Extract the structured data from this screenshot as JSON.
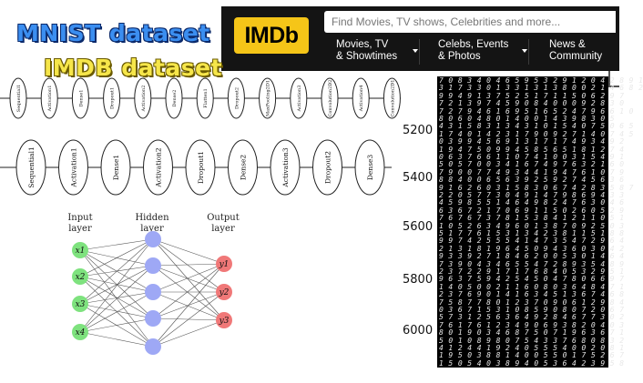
{
  "titles": {
    "mnist": "MNIST dataset",
    "imdb": "IMDB dataset"
  },
  "imdb_header": {
    "logo": "IMDb",
    "search_placeholder": "Find Movies, TV shows, Celebrities and more...",
    "nav": [
      {
        "line1": "Movies, TV",
        "line2": "& Showtimes"
      },
      {
        "line1": "Celebs, Events",
        "line2": "& Photos"
      },
      {
        "line1": "News &",
        "line2": "Community"
      }
    ],
    "right_edge_letter": "("
  },
  "model_graph_small": {
    "nodes": [
      "Sequential1",
      "Activation1",
      "Dense1",
      "Dropout1",
      "Activation2",
      "Dense2",
      "Flatten1",
      "Dropout2",
      "MaxPooling2D1",
      "Activation3",
      "Convolution2D2",
      "Activation4",
      "Convolution2D1"
    ]
  },
  "model_graph_large": {
    "nodes": [
      "Sequential1",
      "Activation1",
      "Dense1",
      "Activation2",
      "Dropout1",
      "Dense2",
      "Activation3",
      "Dropout2",
      "Dense3"
    ]
  },
  "neural_network": {
    "labels": {
      "input": [
        "Input",
        "layer"
      ],
      "hidden": [
        "Hidden",
        "layer"
      ],
      "output": [
        "Output",
        "layer"
      ]
    },
    "input_nodes": [
      "x1",
      "x2",
      "x3",
      "x4"
    ],
    "hidden_count": 5,
    "output_nodes": [
      "y1",
      "y2",
      "y3"
    ],
    "colors": {
      "input": "#7ee27e",
      "hidden": "#9ea8f5",
      "output": "#f07878"
    }
  },
  "mnist_panel": {
    "axis_ticks": [
      "5200",
      "5400",
      "5600",
      "5800",
      "6000"
    ],
    "digit_rows": [
      "7 0 8 3 4 0 4 6 5 9 5 3 2 9 1 2 0 4 2 8 9 1",
      "3 1 7 3 3 0 1 3 3 1 3 1 3 8 0 0 2 1 4 6 8 2",
      "9 9 4 9 1 3 7 5 2 5 1 7 1 1 5 0 6 2 9 7",
      "7 2 1 3 9 7 4 5 9 0 8 4 0 0 0 9 2 8 3 0",
      "7 2 7 9 4 6 1 6 9 5 1 6 5 2 4 7 9 6 6 1 0",
      "8 0 6 0 4 8 0 1 4 0 0 1 4 3 9 8 3 0 5",
      "4 3 1 5 8 3 1 3 4 3 1 0 1 5 4 0 7 5 0 6 5",
      "1 7 4 0 1 4 2 3 1 7 9 0 9 2 7 1 4 0 7 4 5",
      "0 3 9 9 4 5 6 9 1 3 1 7 1 7 4 9 3 4 9 2",
      "1 9 4 7 5 0 9 9 4 5 8 5 6 5 1 8 1 2 7 4",
      "0 6 3 7 6 6 1 1 0 7 4 1 0 0 3 1 5 4 9 1",
      "5 0 5 7 0 0 3 4 1 6 7 4 9 7 6 3 2 1 6 0",
      "7 9 0 0 7 7 4 9 3 4 4 1 9 4 7 6 1 0 7 9",
      "8 8 4 0 0 6 5 6 3 9 2 5 9 2 7 4 5 6 3 6",
      "9 1 6 2 6 0 3 1 5 8 3 0 6 7 4 2 8 3 5 8 7",
      "2 2 0 5 7 7 3 0 4 9 1 4 7 9 8 6 9 4 3 3",
      "4 5 9 8 5 5 1 4 6 4 9 8 2 4 7 6 3 0 4 6",
      "6 3 6 7 2 1 7 0 6 9 1 1 5 0 2 6 0 5 2 9",
      "7 6 7 6 7 3 7 8 1 5 3 8 4 1 2 1 1 0 5 1",
      "1 0 5 2 6 3 4 9 6 0 1 3 8 7 0 9 2 5 0 3",
      "5 1 7 7 6 1 5 3 1 3 4 2 3 8 1 1 5 1 8 8",
      "9 9 7 4 2 5 5 5 4 1 4 7 3 5 4 7 2 9 6 4",
      "2 1 3 1 8 1 9 6 4 5 0 9 4 3 6 0 3 0 4 2",
      "9 3 3 9 2 7 1 8 4 6 2 0 0 5 3 0 1 4 6 4",
      "7 3 9 0 4 3 4 6 5 5 4 7 2 8 9 3 5 4 8 9",
      "2 3 7 2 2 9 1 7 1 7 6 8 4 0 5 3 2 9 5 1",
      "9 6 3 7 5 9 4 2 5 4 5 0 4 7 8 0 6 6 9 7",
      "1 4 0 5 0 0 2 1 1 6 0 8 0 3 6 4 8 4 7 1",
      "2 3 7 6 9 0 1 4 1 6 3 4 5 1 3 6 7 4 6 8",
      "7 5 8 7 7 8 0 1 2 3 7 0 9 0 6 1 2 9 8 4",
      "0 3 6 7 1 5 3 1 0 8 5 9 0 8 0 7 2 0 6 7",
      "5 7 3 1 2 5 6 3 6 4 9 2 8 4 6 7 7 3 0 2",
      "7 6 1 7 6 1 2 3 4 9 0 6 9 3 8 2 0 4 0 3",
      "8 0 1 9 0 3 4 6 8 7 5 0 7 1 9 6 3 6 7 1",
      "5 0 1 0 8 9 8 0 7 5 4 3 3 7 6 8 0 8 3 2",
      "4 1 2 4 4 1 9 2 4 0 5 5 5 4 0 0 2 0 8 1",
      "1 9 5 0 3 8 8 1 4 0 0 5 5 0 1 7 5 2 6 7",
      "1 5 0 5 4 0 3 8 9 4 0 5 3 6 4 2 3 9 5 8"
    ]
  }
}
